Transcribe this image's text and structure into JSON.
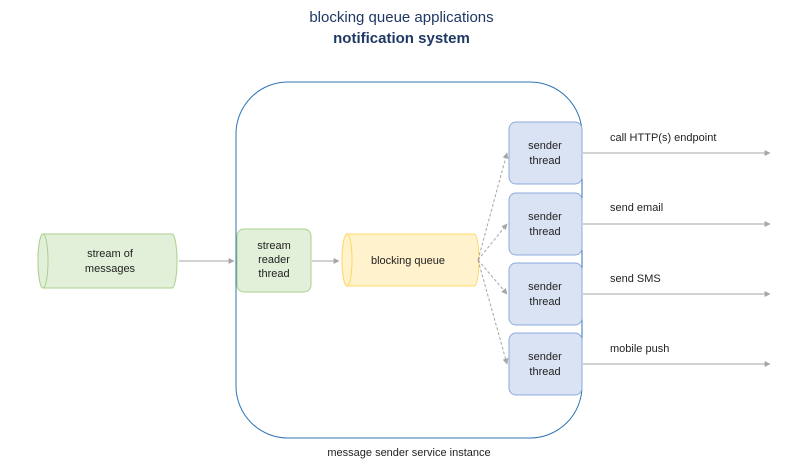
{
  "title": {
    "line1": "blocking queue applications",
    "line2": "notification system"
  },
  "nodes": {
    "stream": {
      "label_line1": "stream of",
      "label_line2": "messages"
    },
    "reader": {
      "label_line1": "stream",
      "label_line2": "reader",
      "label_line3": "thread"
    },
    "queue": {
      "label": "blocking queue"
    },
    "sender1": {
      "label_line1": "sender",
      "label_line2": "thread"
    },
    "sender2": {
      "label_line1": "sender",
      "label_line2": "thread"
    },
    "sender3": {
      "label_line1": "sender",
      "label_line2": "thread"
    },
    "sender4": {
      "label_line1": "sender",
      "label_line2": "thread"
    }
  },
  "edges": {
    "out1": "call HTTP(s) endpoint",
    "out2": "send email",
    "out3": "send SMS",
    "out4": "mobile push"
  },
  "container": {
    "caption": "message sender service instance"
  },
  "colors": {
    "title": "#1f3864",
    "container_border": "#2e75b6",
    "green_fill": "#e2f0d9",
    "green_border": "#a9d18e",
    "yellow_fill": "#fff2cc",
    "yellow_border": "#ffd966",
    "blue_fill": "#dae3f3",
    "blue_border": "#8faadc",
    "arrow": "#a6a6a6"
  }
}
